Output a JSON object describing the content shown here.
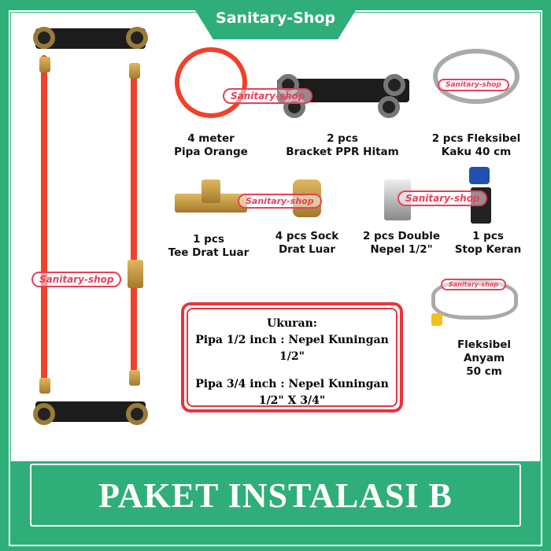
{
  "shop_name": "Sanitary-Shop",
  "watermark": "Sanitary-shop",
  "items": [
    {
      "line1": "4 meter",
      "line2": "Pipa Orange"
    },
    {
      "line1": "2 pcs",
      "line2": "Bracket PPR Hitam"
    },
    {
      "line1": "2 pcs Fleksibel",
      "line2": "Kaku 40 cm"
    },
    {
      "line1": "1 pcs",
      "line2": "Tee Drat Luar"
    },
    {
      "line1": "4 pcs Sock",
      "line2": "Drat Luar"
    },
    {
      "line1": "2 pcs Double",
      "line2": "Nepel 1/2\""
    },
    {
      "line1": "1 pcs",
      "line2": "Stop Keran"
    },
    {
      "line1": "Fleksibel Anyam",
      "line2": "50 cm"
    }
  ],
  "size_box": {
    "title": "Ukuran:",
    "line1": "Pipa 1/2 inch : Nepel Kuningan 1/2\"",
    "line2": "Pipa 3/4 inch : Nepel Kuningan",
    "line3": "1/2\" X 3/4\""
  },
  "banner": "PAKET INSTALASI B",
  "colors": {
    "green": "#2fae7a",
    "red": "#e8343c",
    "pipe": "#f0412b"
  }
}
